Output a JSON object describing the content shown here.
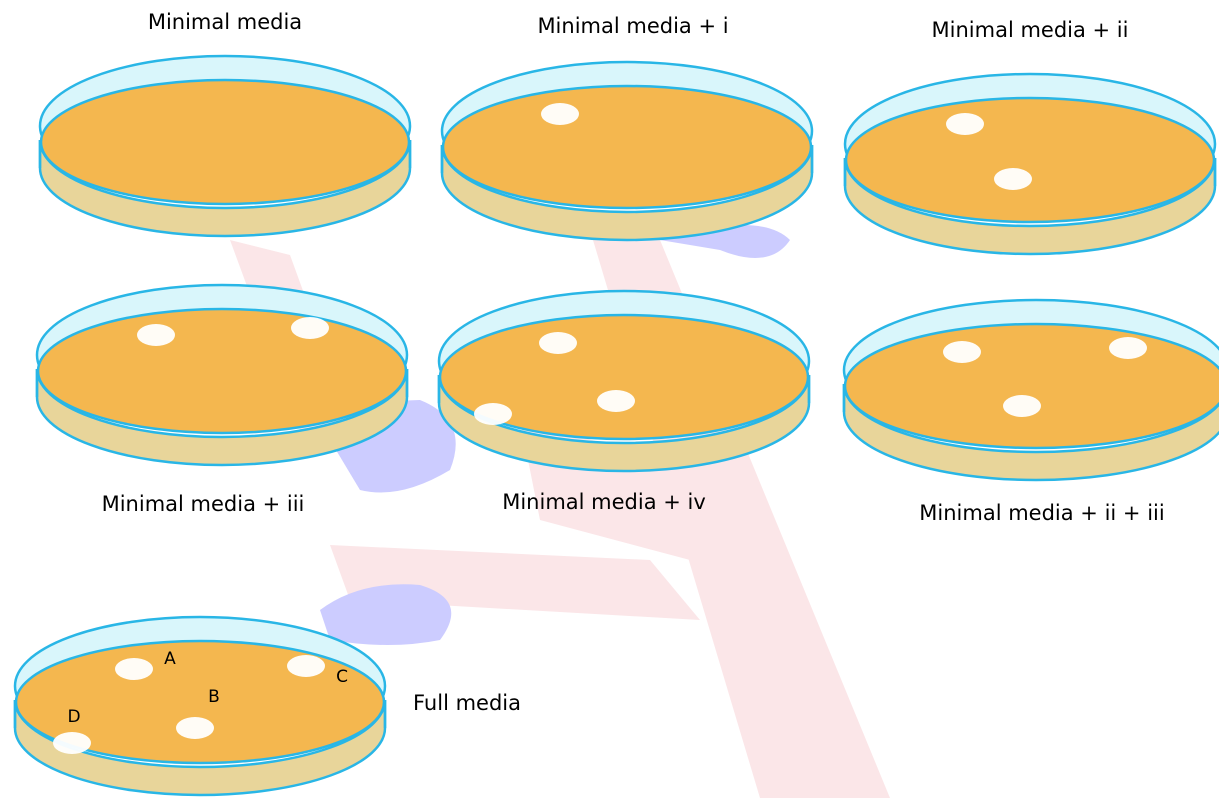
{
  "colors": {
    "rim": "#29b6e6",
    "lid": "#d9f6fb",
    "agar_side": "#e8d59a",
    "agar_top": "#f4b74f",
    "colony": "#ffffff",
    "watermark_red": "#fbe6e8",
    "watermark_blue": "#ccccff"
  },
  "plates": [
    {
      "id": "minimal",
      "label": "Minimal media"
    },
    {
      "id": "minimal-i",
      "label": "Minimal media + i"
    },
    {
      "id": "minimal-ii",
      "label": "Minimal media + ii"
    },
    {
      "id": "minimal-iii",
      "label": "Minimal media + iii"
    },
    {
      "id": "minimal-iv",
      "label": "Minimal media + iv"
    },
    {
      "id": "minimal-ii-iii",
      "label": "Minimal media + ii + iii"
    },
    {
      "id": "full",
      "label": "Full media"
    }
  ],
  "colony_letters": [
    "A",
    "B",
    "C",
    "D"
  ]
}
